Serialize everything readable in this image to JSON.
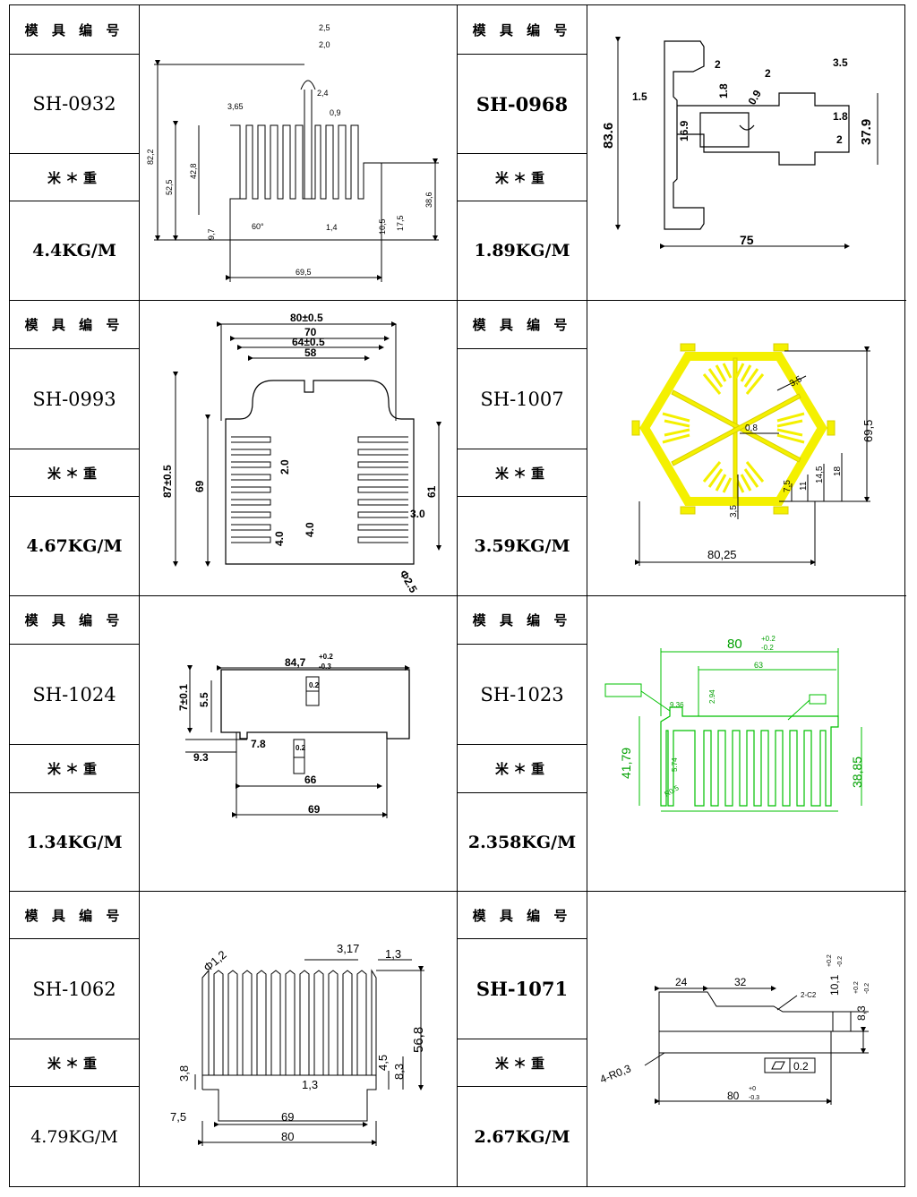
{
  "header_label": "模 具 编 号",
  "weight_label": "米＊重",
  "items": [
    {
      "code": "SH-0932",
      "weight": "4.4KG/M",
      "dims": [
        "2,5",
        "2,0",
        "2,4",
        "0,9",
        "3,65",
        "82,2",
        "52,5",
        "42,8",
        "38,6",
        "17,5",
        "10,5",
        "9,7",
        "60°",
        "1,4",
        "69,5"
      ]
    },
    {
      "code": "SH-0968",
      "weight": "1.89KG/M",
      "dims": [
        "1.5",
        "2",
        "2",
        "3.5",
        "1.8",
        "0.9",
        "16.9",
        "1.8",
        "2",
        "83.6",
        "37.9",
        "75"
      ]
    },
    {
      "code": "SH-0993",
      "weight": "4.67KG/M",
      "dims": [
        "80±0.5",
        "70",
        "64±0.5",
        "58",
        "87±0.5",
        "69",
        "2.0",
        "61",
        "3.0",
        "4.0",
        "4.0",
        "Φ2.5"
      ]
    },
    {
      "code": "SH-1007",
      "weight": "3.59KG/M",
      "dims": [
        "3,5",
        "69,5",
        "0,8",
        "14,5",
        "18",
        "11",
        "7,5",
        "3,5",
        "80,25"
      ]
    },
    {
      "code": "SH-1024",
      "weight": "1.34KG/M",
      "dims": [
        "84,7",
        "+0.2",
        "-0.3",
        "7±0.1",
        "5.5",
        "7.8",
        "9.3",
        "66",
        "69",
        "0.2",
        "0.2"
      ]
    },
    {
      "code": "SH-1023",
      "weight": "2.358KG/M",
      "dims": [
        "80",
        "+0.2",
        "-0.2",
        "63",
        "2.94",
        "9.36",
        "41,79",
        "38,85",
        "5.74",
        "R0.5"
      ]
    },
    {
      "code": "SH-1062",
      "weight": "4.79KG/M",
      "dims": [
        "Φ1,2",
        "3,17",
        "1,3",
        "56,8",
        "4,5",
        "8,3",
        "3,8",
        "1,3",
        "7,5",
        "69",
        "80"
      ]
    },
    {
      "code": "SH-1071",
      "weight": "2.67KG/M",
      "dims": [
        "24",
        "32",
        "2-C2",
        "10,1",
        "+0.2",
        "-0.2",
        "8,3",
        "+0.2",
        "-0.2",
        "4-R0,3",
        "0.2",
        "80",
        "+0",
        "-0.3"
      ]
    }
  ],
  "colors": {
    "line": "#000000",
    "yellow_profile": "#f4f000",
    "green_drawing": "#00c000"
  }
}
